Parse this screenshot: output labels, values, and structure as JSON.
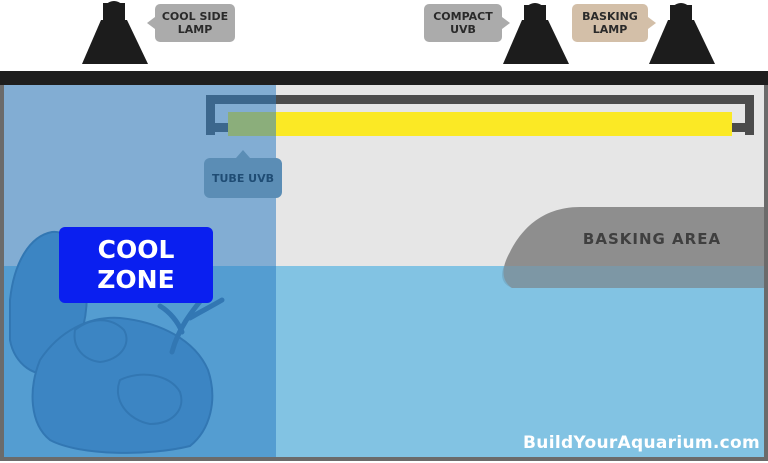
{
  "lamps": {
    "cool_side": {
      "lines": [
        "COOL SIDE",
        "LAMP"
      ],
      "color": "#ababab"
    },
    "compact_uvb": {
      "lines": [
        "COMPACT",
        "UVB"
      ],
      "color": "#ababab"
    },
    "basking": {
      "lines": [
        "BASKING",
        "LAMP"
      ],
      "color": "#d3bfa8"
    }
  },
  "labels": {
    "tube_uvb": "TUBE UVB",
    "cool_zone": [
      "COOL",
      "ZONE"
    ],
    "basking_area": "BASKING AREA"
  },
  "watermark": "BuildYourAquarium.com",
  "colors": {
    "frame": "#1e1e1e",
    "air": "#e6e6e6",
    "water": "#82c3e3",
    "cool_overlay": "#2f7dc3",
    "uvb_tube": "#fbe925",
    "fixture": "#4c4c4c",
    "basking_platform": "#8e8e8e",
    "lamp": "#1c1c1c"
  }
}
